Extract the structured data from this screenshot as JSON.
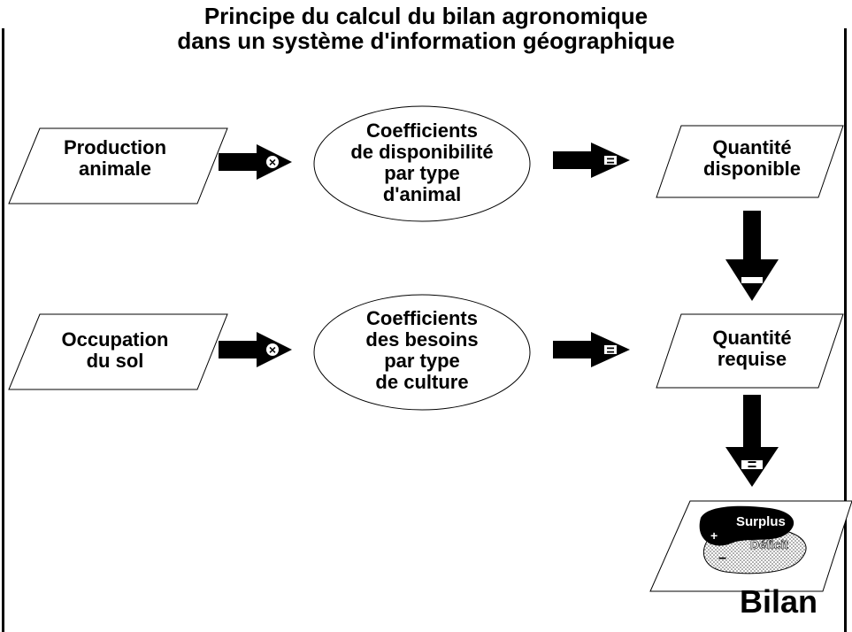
{
  "title": {
    "line1": "Principe du calcul du bilan agronomique",
    "line2": "dans un système d'information géographique"
  },
  "row1": {
    "input": [
      "Production",
      "animale"
    ],
    "coefficient": [
      "Coefficients",
      "de disponibilité",
      "par type",
      "d'animal"
    ],
    "result": [
      "Quantité",
      "disponible"
    ]
  },
  "row2": {
    "input": [
      "Occupation",
      "du sol"
    ],
    "coefficient": [
      "Coefficients",
      "des besoins",
      "par type",
      "de culture"
    ],
    "result": [
      "Quantité",
      "requise"
    ]
  },
  "operators": {
    "multiply": "×",
    "equals": "=",
    "minus": "−"
  },
  "bilan": {
    "surplus": "Surplus",
    "deficit": "Déficit",
    "plus": "+",
    "minus": "−",
    "label": "Bilan"
  }
}
